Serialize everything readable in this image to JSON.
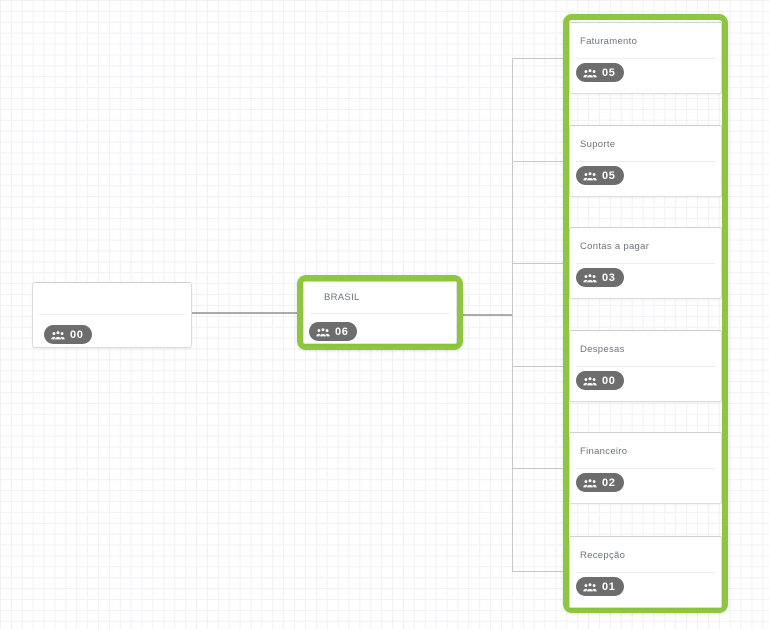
{
  "colors": {
    "accent_green": "#8fc640",
    "badge_bg": "#6d6d6d",
    "badge_text": "#ffffff",
    "connector": "#c8c8c8",
    "feeder": "#ababab",
    "grid_line": "#f1f1f4"
  },
  "icons": {
    "badge_icon": "users-group-icon"
  },
  "root": {
    "title": "",
    "count": "00"
  },
  "brasil": {
    "title": "BRASIL",
    "count": "06"
  },
  "children": [
    {
      "title": "Faturamento",
      "count": "05"
    },
    {
      "title": "Suporte",
      "count": "05"
    },
    {
      "title": "Contas a pagar",
      "count": "03"
    },
    {
      "title": "Despesas",
      "count": "00"
    },
    {
      "title": "Financeiro",
      "count": "02"
    },
    {
      "title": "Recepção",
      "count": "01"
    }
  ]
}
